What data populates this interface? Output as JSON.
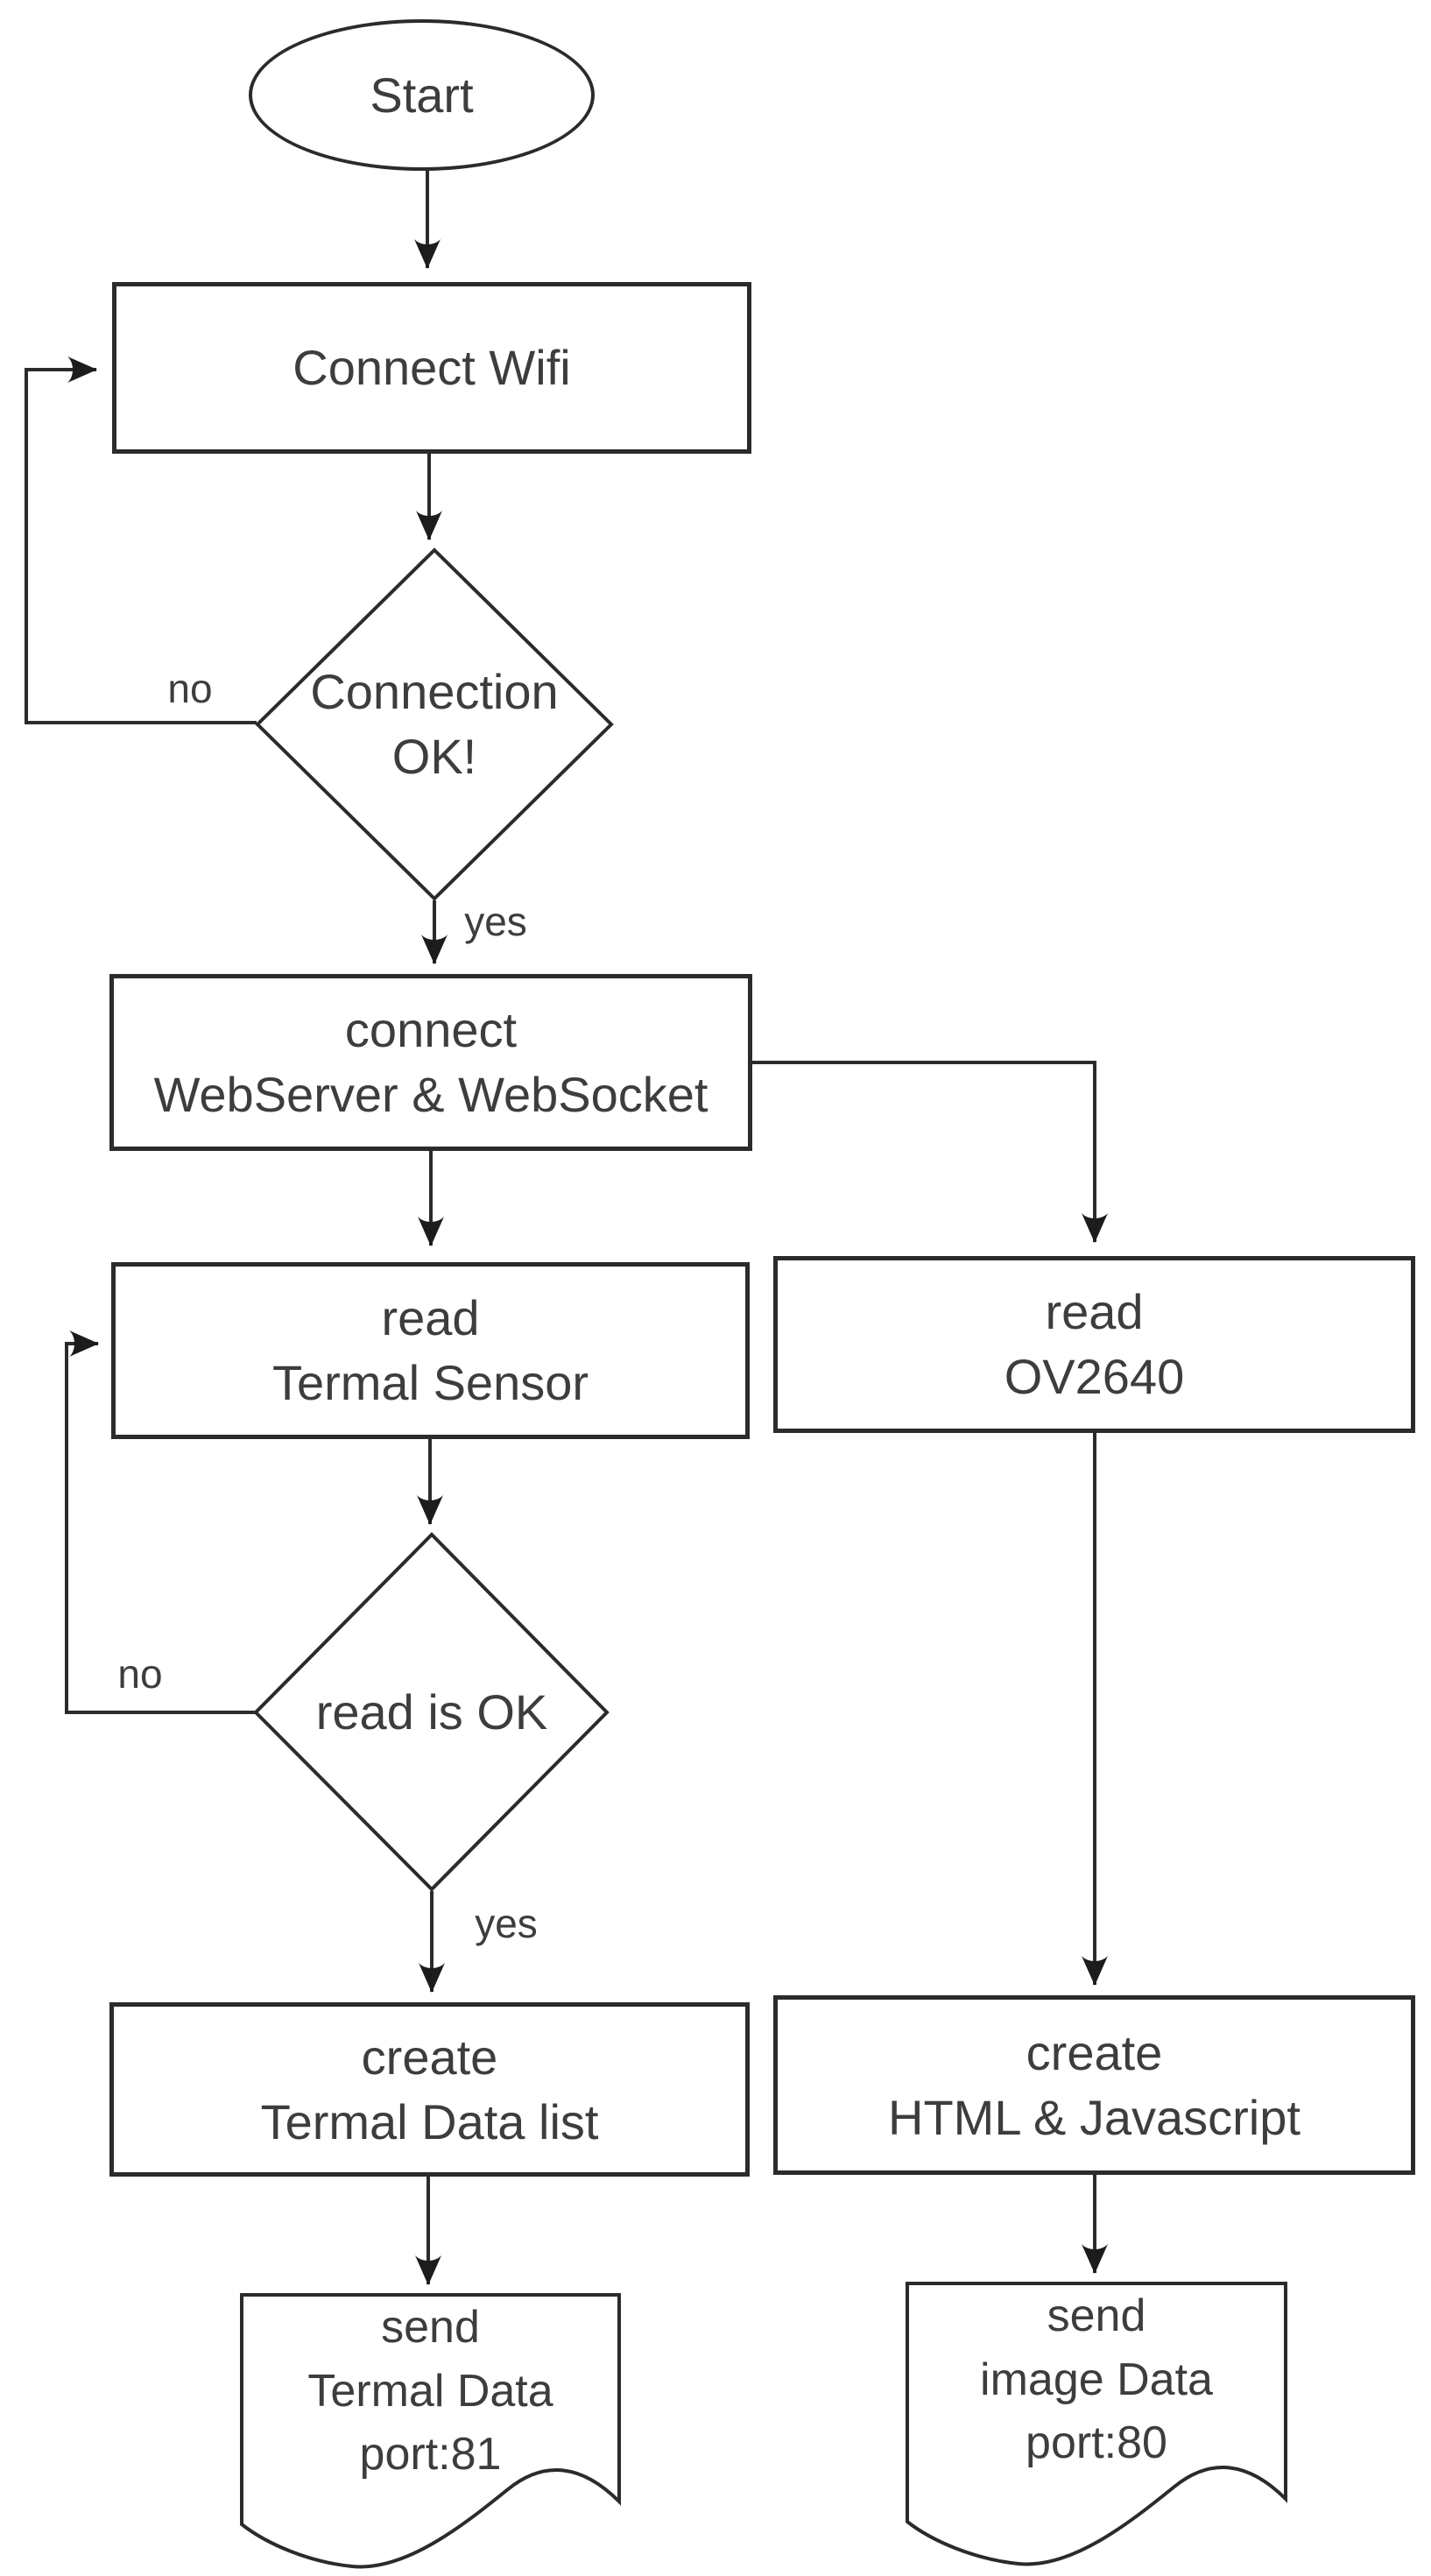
{
  "colors": {
    "background": "#ffffff",
    "stroke": "#2b2b2b",
    "text": "#3d3d3d"
  },
  "nodes": {
    "start": {
      "type": "terminator",
      "label": "Start"
    },
    "connect_wifi": {
      "type": "process",
      "label": "Connect Wifi"
    },
    "connection_ok": {
      "type": "decision",
      "label": "Connection\nOK!"
    },
    "connect_webserver_websocket": {
      "type": "process",
      "label": "connect\nWebServer & WebSocket"
    },
    "read_termal_sensor": {
      "type": "process",
      "label": "read\nTermal Sensor"
    },
    "read_is_ok": {
      "type": "decision",
      "label": "read is OK"
    },
    "create_termal_data_list": {
      "type": "process",
      "label": "create\nTermal Data list"
    },
    "send_termal_data": {
      "type": "document",
      "label": "send\nTermal Data\nport:81"
    },
    "read_ov2640": {
      "type": "process",
      "label": "read\nOV2640"
    },
    "create_html_javascript": {
      "type": "process",
      "label": "create\nHTML & Javascript"
    },
    "send_image_data": {
      "type": "document",
      "label": "send\nimage Data\nport:80"
    }
  },
  "edges": [
    {
      "from": "start",
      "to": "connect_wifi",
      "label": ""
    },
    {
      "from": "connect_wifi",
      "to": "connection_ok",
      "label": ""
    },
    {
      "from": "connection_ok",
      "to": "connect_wifi",
      "label": "no"
    },
    {
      "from": "connection_ok",
      "to": "connect_webserver_websocket",
      "label": "yes"
    },
    {
      "from": "connect_webserver_websocket",
      "to": "read_termal_sensor",
      "label": ""
    },
    {
      "from": "connect_webserver_websocket",
      "to": "read_ov2640",
      "label": ""
    },
    {
      "from": "read_termal_sensor",
      "to": "read_is_ok",
      "label": ""
    },
    {
      "from": "read_is_ok",
      "to": "read_termal_sensor",
      "label": "no"
    },
    {
      "from": "read_is_ok",
      "to": "create_termal_data_list",
      "label": "yes"
    },
    {
      "from": "create_termal_data_list",
      "to": "send_termal_data",
      "label": ""
    },
    {
      "from": "read_ov2640",
      "to": "create_html_javascript",
      "label": ""
    },
    {
      "from": "create_html_javascript",
      "to": "send_image_data",
      "label": ""
    }
  ]
}
